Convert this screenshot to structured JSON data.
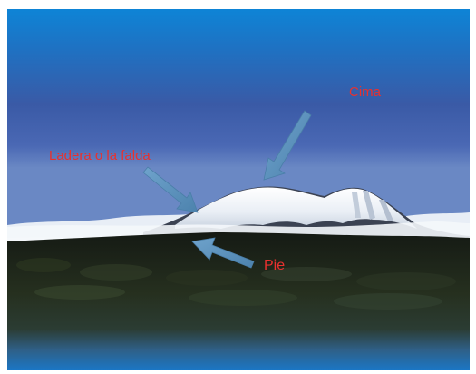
{
  "labels": {
    "cima": "Cima",
    "ladera": "Ladera o la falda",
    "pie": "Pie"
  },
  "colors": {
    "label_text": "#e8312f",
    "arrow_fill": "#5a8fb8",
    "sky_top": "#1a7ecf",
    "sky_mid": "#3a5fa8",
    "snow": "#f2f4f8",
    "ground_dark": "#1c241a",
    "water_bottom": "#1d7ac8"
  },
  "icons": {
    "arrow_cima": "arrow-down-left-icon",
    "arrow_ladera": "arrow-down-right-icon",
    "arrow_pie": "arrow-left-icon"
  }
}
